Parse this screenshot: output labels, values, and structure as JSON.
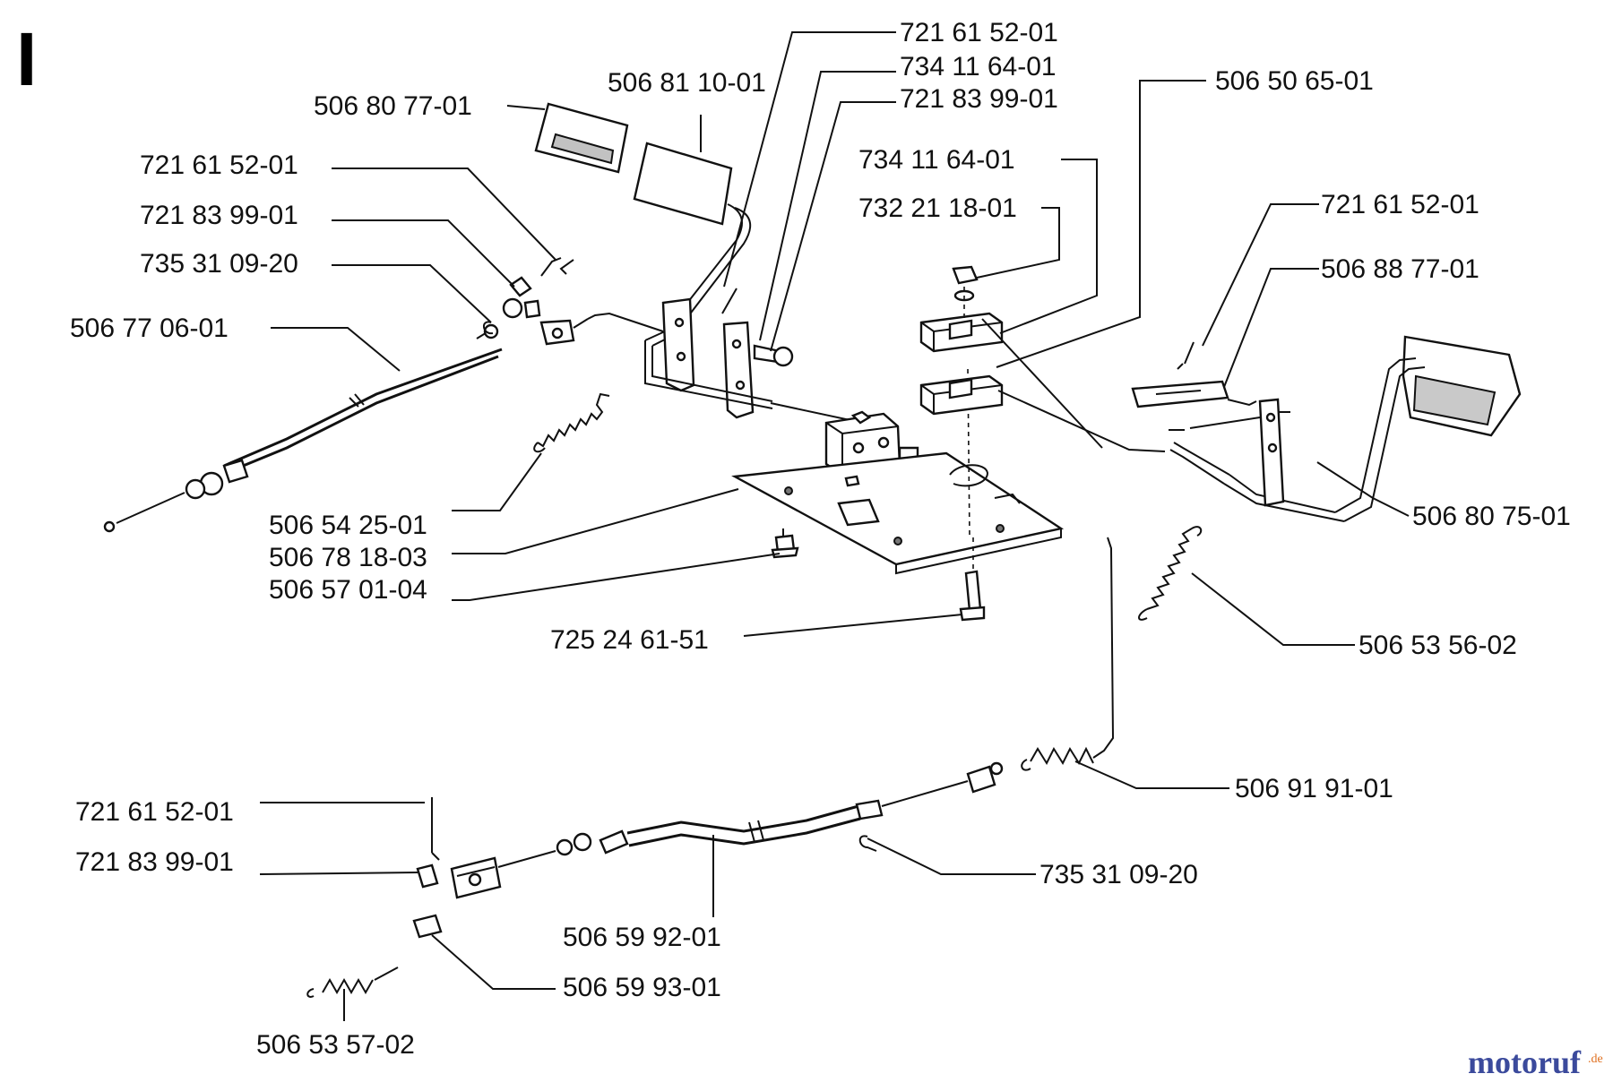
{
  "diagram": {
    "section_letter": "I",
    "watermark": {
      "brand": "motoruf",
      "tld": ".de",
      "brand_color": "#3b4a9c",
      "accent_color": "#e07020"
    },
    "part_labels": [
      "506 80 77-01",
      "506 81 10-01",
      "721 61 52-01",
      "734 11 64-01",
      "721 83 99-01",
      "506 50 65-01",
      "721 61 52-01",
      "721 83 99-01",
      "735 31 09-20",
      "506 77 06-01",
      "734 11 64-01",
      "732 21 18-01",
      "721 61 52-01",
      "506 88 77-01",
      "506 54 25-01",
      "506 78 18-03",
      "506 57 01-04",
      "725 24 61-51",
      "506 80 75-01",
      "506 53 56-02",
      "506 91 91-01",
      "721 61 52-01",
      "721 83 99-01",
      "735 31 09-20",
      "506 59 92-01",
      "506 59 93-01",
      "506 53 57-02"
    ]
  }
}
